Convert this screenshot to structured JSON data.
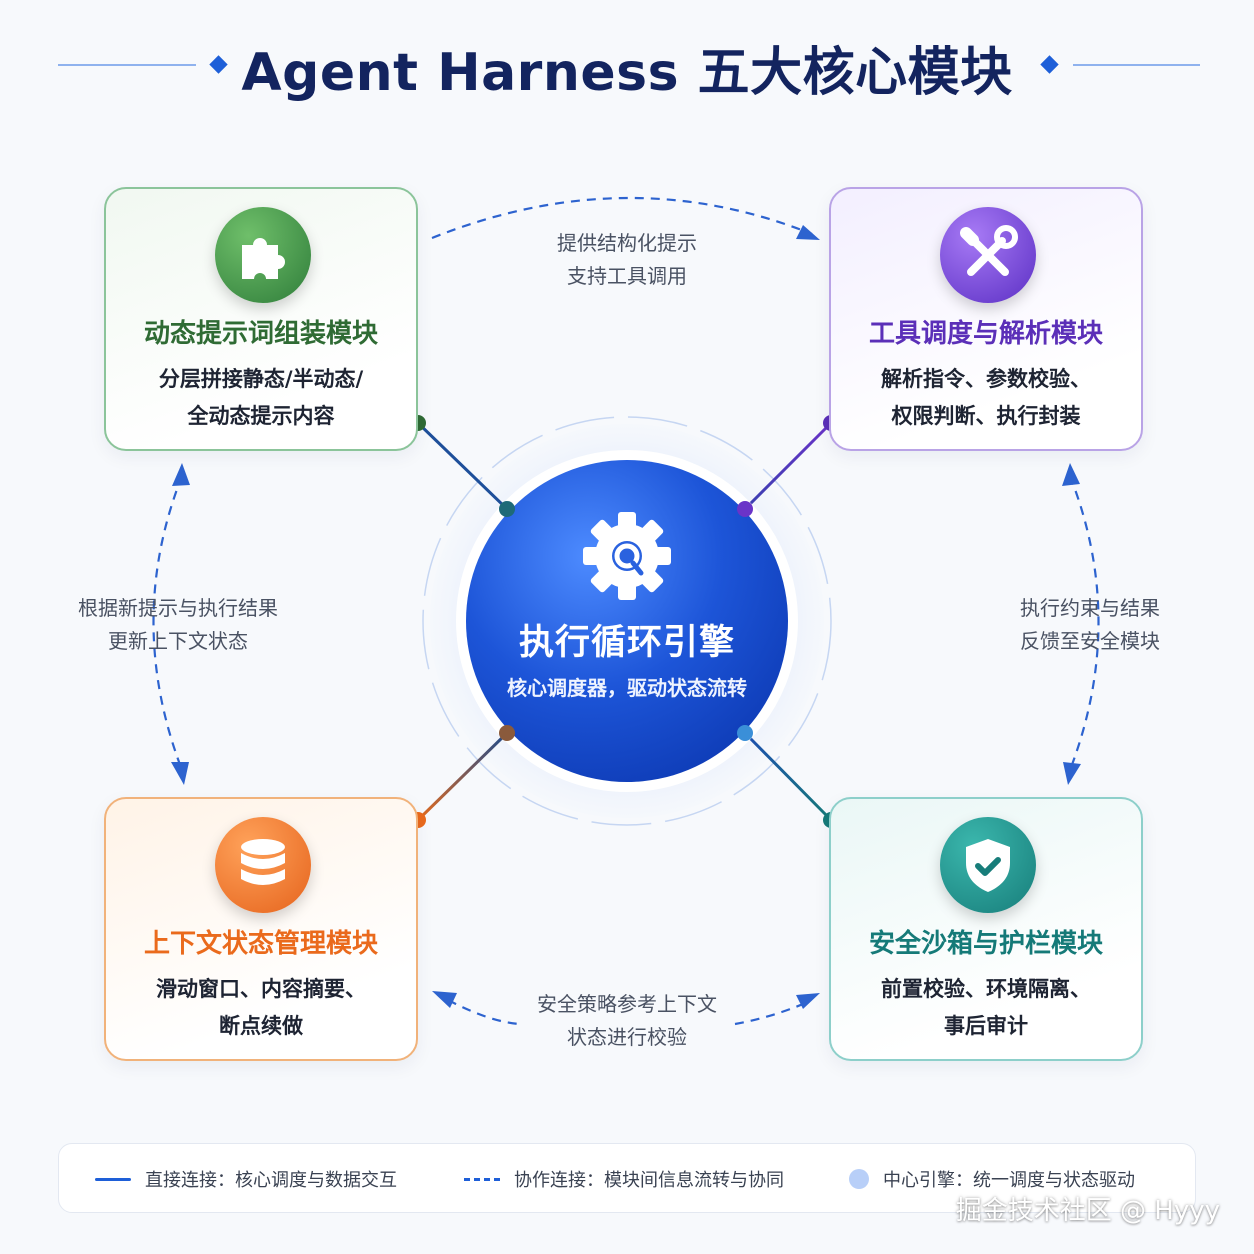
{
  "title": "Agent Harness 五大核心模块",
  "hub": {
    "title": "执行循环引擎",
    "subtitle": "核心调度器，驱动状态流转"
  },
  "modules": {
    "prompt": {
      "title": "动态提示词组装模块",
      "desc_line1": "分层拼接静态/半动态/",
      "desc_line2": "全动态提示内容",
      "icon": "puzzle-icon",
      "color": "#2f6b34"
    },
    "tool": {
      "title": "工具调度与解析模块",
      "desc_line1": "解析指令、参数校验、",
      "desc_line2": "权限判断、执行封装",
      "icon": "wrench-screwdriver-icon",
      "color": "#5b2fb8"
    },
    "context": {
      "title": "上下文状态管理模块",
      "desc_line1": "滑动窗口、内容摘要、",
      "desc_line2": "断点续做",
      "icon": "database-icon",
      "color": "#ea6a1c"
    },
    "security": {
      "title": "安全沙箱与护栏模块",
      "desc_line1": "前置校验、环境隔离、",
      "desc_line2": "事后审计",
      "icon": "shield-check-icon",
      "color": "#157a78"
    }
  },
  "annotations": {
    "top": {
      "line1": "提供结构化提示",
      "line2": "支持工具调用"
    },
    "left": {
      "line1": "根据新提示与执行结果",
      "line2": "更新上下文状态"
    },
    "right": {
      "line1": "执行约束与结果",
      "line2": "反馈至安全模块"
    },
    "bottom": {
      "line1": "安全策略参考上下文",
      "line2": "状态进行校验"
    }
  },
  "legend": {
    "solid": "直接连接：核心调度与数据交互",
    "dashed": "协作连接：模块间信息流转与协同",
    "dot": "中心引擎：统一调度与状态驱动"
  },
  "watermark": "掘金技术社区 @ Hyyy",
  "colors": {
    "title": "#13245f",
    "hub": "#1d55d8",
    "link": "#1e5fd8",
    "green": "#2f6b34",
    "purple": "#5b2fb8",
    "orange": "#ea6a1c",
    "teal": "#157a78"
  }
}
